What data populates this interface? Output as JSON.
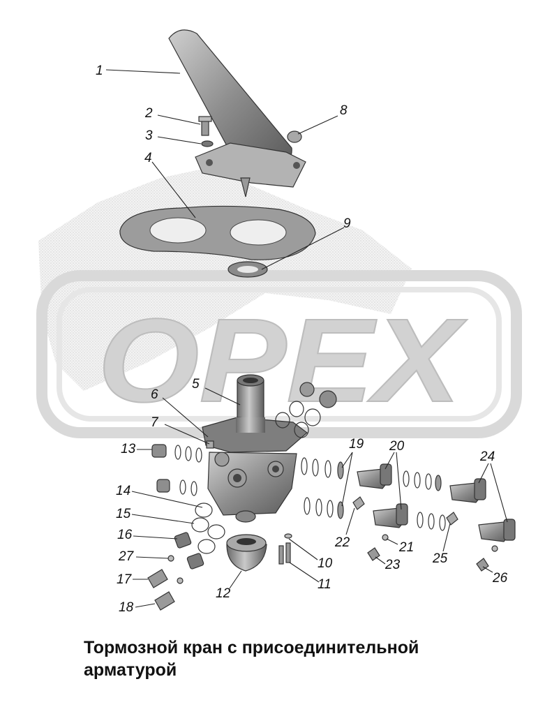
{
  "watermark": {
    "text": "OPEX",
    "color": "#c8c8c8"
  },
  "callouts": {
    "c1": "1",
    "c2": "2",
    "c3": "3",
    "c4": "4",
    "c5": "5",
    "c6": "6",
    "c7": "7",
    "c8": "8",
    "c9": "9",
    "c10": "10",
    "c11": "11",
    "c12": "12",
    "c13": "13",
    "c14": "14",
    "c15": "15",
    "c16": "16",
    "c17": "17",
    "c18": "18",
    "c19": "19",
    "c20": "20",
    "c21": "21",
    "c22": "22",
    "c23": "23",
    "c24": "24",
    "c25": "25",
    "c26": "26",
    "c27": "27"
  },
  "caption": {
    "line1": "Тормозной кран с присоединительной",
    "line2": "арматурой"
  }
}
